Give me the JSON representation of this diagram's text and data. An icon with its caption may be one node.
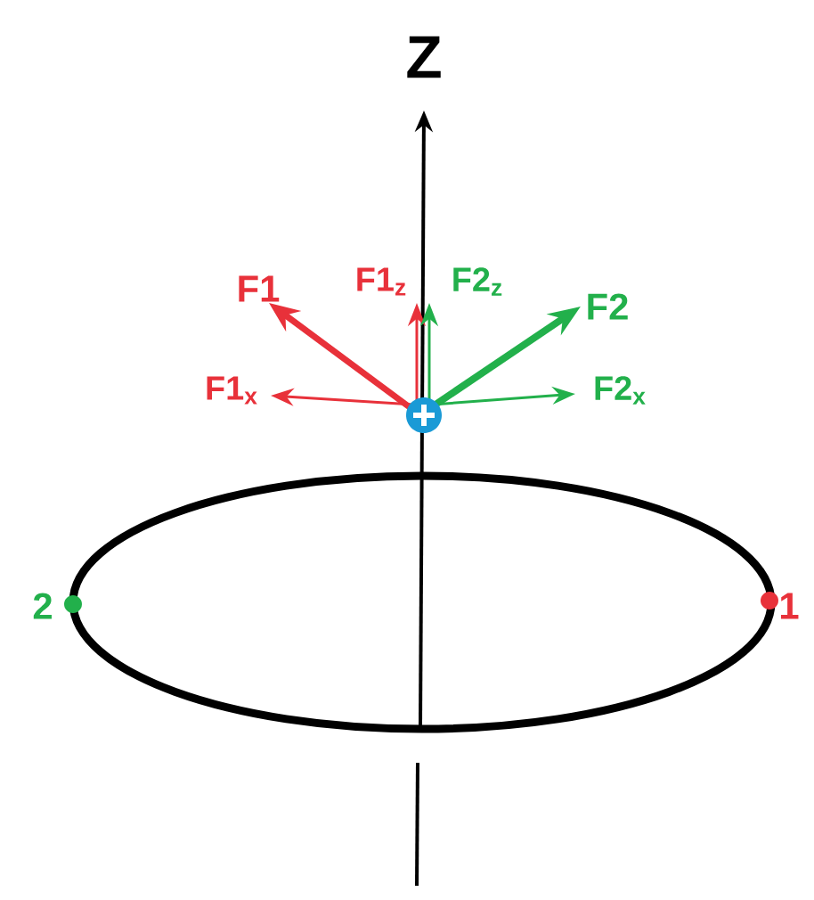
{
  "diagram": {
    "labels": [
      "Z",
      "F1",
      "F1$_{z}$",
      "F2$_{z}$",
      "F2",
      "F1$_{x}$",
      "F2$_{x}$",
      "2",
      "1"
    ]
  }
}
